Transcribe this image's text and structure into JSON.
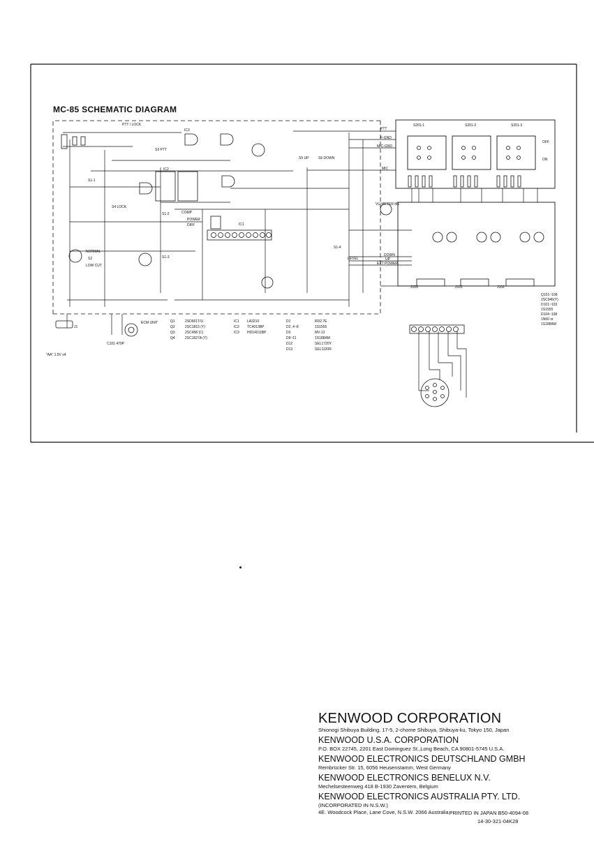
{
  "diagram": {
    "title": "MC-85 SCHEMATIC DIAGRAM",
    "right_switch_labels": [
      "S201-1",
      "S201-2",
      "S201-3"
    ],
    "right_switch_state": [
      "OFF",
      "ON"
    ],
    "cable_labels": [
      "PTT",
      "F-GND",
      "MIC-GND",
      "MIC",
      "DOWN",
      "UP",
      "EXT POWER"
    ],
    "meter_label": "VU METER M1",
    "battery_label": "\"AA\" 1.5V x4",
    "ecm_label": "ECM UNIT",
    "switch_labels": [
      "S1-1",
      "S1-2",
      "S1-3",
      "S1-4",
      "S2",
      "S3 PTT",
      "S4 LOCK",
      "S5 UP",
      "S6 DOWN"
    ],
    "mode_labels": [
      "COMP",
      "POWER",
      "DIFF",
      "NORMAL",
      "LOW CUT",
      "LEVEL",
      "PTT / LOCK"
    ],
    "ic_labels": [
      "IC1",
      "IC2",
      "IC3"
    ],
    "parts_list_transistors": [
      [
        "Q1",
        "2SD661T/U"
      ],
      [
        "Q2",
        "2SC1815 (Y)"
      ],
      [
        "Q3",
        "2SC458 (C)"
      ],
      [
        "Q4",
        "2SC1627A (Y)"
      ]
    ],
    "parts_list_ics": [
      [
        "IC1",
        "LA3210"
      ],
      [
        "IC2",
        "TC4013BP"
      ],
      [
        "IC3",
        "HD14011BP"
      ]
    ],
    "parts_list_diodes": [
      [
        "D1",
        "RD2.7E"
      ],
      [
        "D2, 4~8",
        "1S1555"
      ],
      [
        "D3",
        "MV-13"
      ],
      [
        "D9~11",
        "1S188AM"
      ],
      [
        "D12",
        "SEL1720Y"
      ],
      [
        "D13",
        "SEL1120R"
      ]
    ],
    "parts_list_right": [
      "Q101~108",
      "2SC945(Y)",
      "D101~103",
      "1S1555",
      "D104~108",
      "1N60 or",
      "1S188AM"
    ],
    "connector_labels": [
      "J101",
      "J102",
      "J103",
      "J1",
      "C101 470P"
    ]
  },
  "company": {
    "name": "KENWOOD CORPORATION",
    "address": "Shionogi Shibuya Building, 17-5, 2-chome Shibuya, Shibuya-ku, Tokyo 150, Japan",
    "branches": [
      {
        "name": "KENWOOD U.S.A. CORPORATION",
        "lines": [
          "P.O. BOX 22745, 2201 East Dominguez St.,Long Beach, CA 90801-5745 U.S.A."
        ]
      },
      {
        "name": "KENWOOD ELECTRONICS DEUTSCHLAND GMBH",
        "lines": [
          "Rembrücker Str. 15, 6056 Heusenstamm, West Germany"
        ]
      },
      {
        "name": "KENWOOD ELECTRONICS BENELUX N.V.",
        "lines": [
          "Mechelsesteenweg 418 B-1930 Zaventem, Belgium"
        ]
      },
      {
        "name": "KENWOOD ELECTRONICS AUSTRALIA PTY. LTD.",
        "lines": [
          "(INCORPORATED IN N.S.W.)",
          "4E. Woodcock Place, Lane Cove, N.S.W. 2066 Australia"
        ]
      }
    ]
  },
  "footer": {
    "printed": "PRINTED IN JAPAN B50-4094-08",
    "code": "14-30-321-04K28"
  }
}
